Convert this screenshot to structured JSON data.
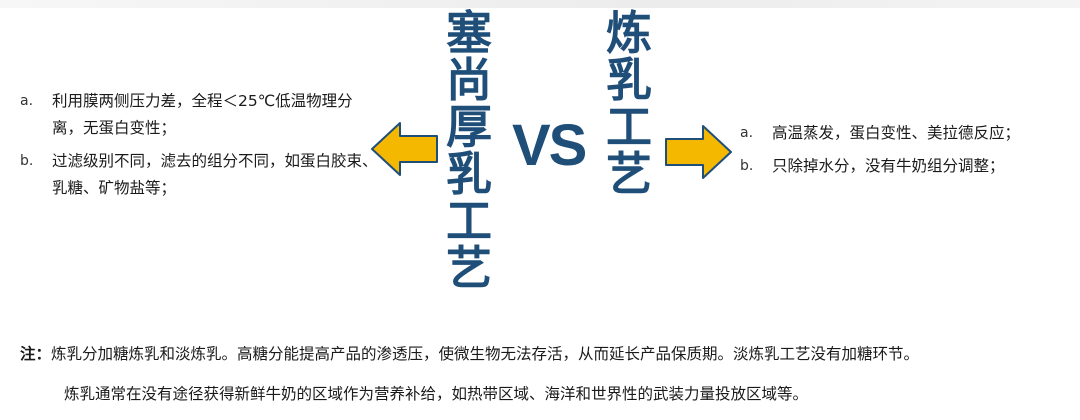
{
  "left_title_chars": [
    "塞",
    "尚",
    "厚",
    "乳",
    "工",
    "艺"
  ],
  "right_title_chars": [
    "炼",
    "乳",
    "工",
    "艺"
  ],
  "vs_text": "VS",
  "left_list": [
    {
      "marker": "a.",
      "text": "利用膜两侧压力差，全程＜25℃低温物理分离，无蛋白变性；"
    },
    {
      "marker": "b.",
      "text": "过滤级别不同，滤去的组分不同，如蛋白胶束、乳糖、矿物盐等；"
    }
  ],
  "right_list": [
    {
      "marker": "a.",
      "text": "高温蒸发，蛋白变性、美拉德反应；"
    },
    {
      "marker": "b.",
      "text": "只除掉水分，没有牛奶组分调整；"
    }
  ],
  "note_label": "注：",
  "note_line_1": "炼乳分加糖炼乳和淡炼乳。高糖分能提高产品的渗透压，使微生物无法存活，从而延长产品保质期。淡炼乳工艺没有加糖环节。",
  "note_line_2": "炼乳通常在没有途径获得新鲜牛奶的区域作为营养补给，如热带区域、海洋和世界性的武装力量投放区域等。",
  "colors": {
    "title_blue": "#1f4e79",
    "arrow_fill": "#f5b800",
    "arrow_stroke": "#1f4e79"
  },
  "icons": {
    "left_arrow": "arrow-left-icon",
    "right_arrow": "arrow-right-icon"
  }
}
